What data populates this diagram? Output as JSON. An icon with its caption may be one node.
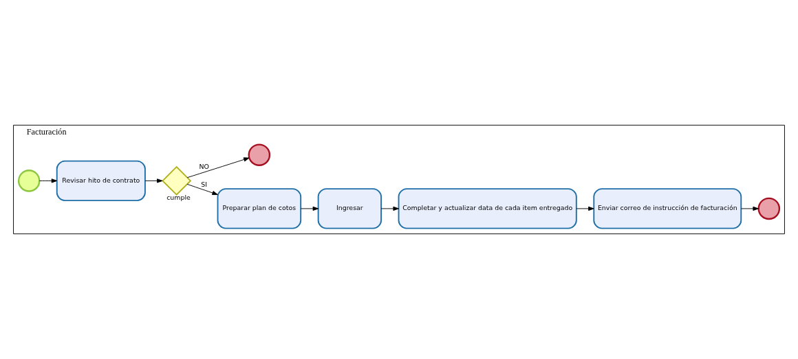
{
  "diagram": {
    "nodes": [
      {
        "text": [
          "Facturación"
        ]
      },
      {
        "text": [],
        "shape": "circle",
        "in": 0
      },
      {
        "text": [
          "Revisar hito de contrato"
        ],
        "in": 0
      },
      {
        "text": [],
        "shape": "diamond",
        "beside": [
          "cumple"
        ],
        "in": 0
      },
      {
        "text": [
          "Preparar plan de cotos"
        ],
        "in": 0
      },
      {
        "text": [],
        "shape": "circle",
        "in": 0
      },
      {
        "text": [
          "Ingresar"
        ],
        "in": 0
      },
      {
        "text": [
          "Completar y actualizar data de cada item entregado"
        ],
        "in": 0
      },
      {
        "text": [
          "Enviar correo de instrucción de facturación"
        ],
        "in": 0
      },
      {
        "text": [],
        "shape": "circle",
        "in": 0
      }
    ],
    "edges": [
      {
        "from": 1,
        "to": 2,
        "arrow": "to"
      },
      {
        "from": 2,
        "to": 3,
        "arrow": "to"
      },
      {
        "from": 3,
        "to": 4,
        "arrow": "to",
        "label": "SI"
      },
      {
        "from": 3,
        "to": 5,
        "arrow": "to",
        "label": "NO"
      },
      {
        "from": 4,
        "to": 6,
        "arrow": "to"
      },
      {
        "from": 6,
        "to": 7,
        "arrow": "to"
      },
      {
        "from": 7,
        "to": 8,
        "arrow": "to"
      },
      {
        "from": 8,
        "to": 9,
        "arrow": "to"
      }
    ]
  }
}
